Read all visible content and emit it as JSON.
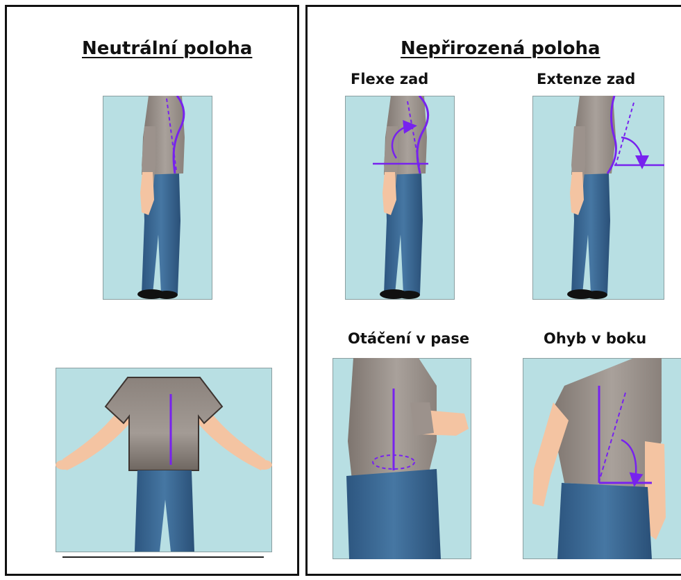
{
  "neutral": {
    "title": "Neutrální poloha"
  },
  "unnatural": {
    "title": "Nepřirozená poloha",
    "positions": [
      {
        "label": "Flexe zad"
      },
      {
        "label": "Extenze zad"
      },
      {
        "label": "Otáčení v pase"
      },
      {
        "label": "Ohyb v boku"
      }
    ]
  },
  "colors": {
    "panel_background": "#b8dfe3",
    "shirt": "#9c928c",
    "jeans": "#3d6b96",
    "skin": "#f4c4a2",
    "shoe": "#111111",
    "indicator": "#7722ee"
  },
  "icons": [
    "neutral-side-figure",
    "neutral-front-figure",
    "back-flexion-figure",
    "back-extension-figure",
    "waist-twist-figure",
    "side-bend-figure"
  ]
}
